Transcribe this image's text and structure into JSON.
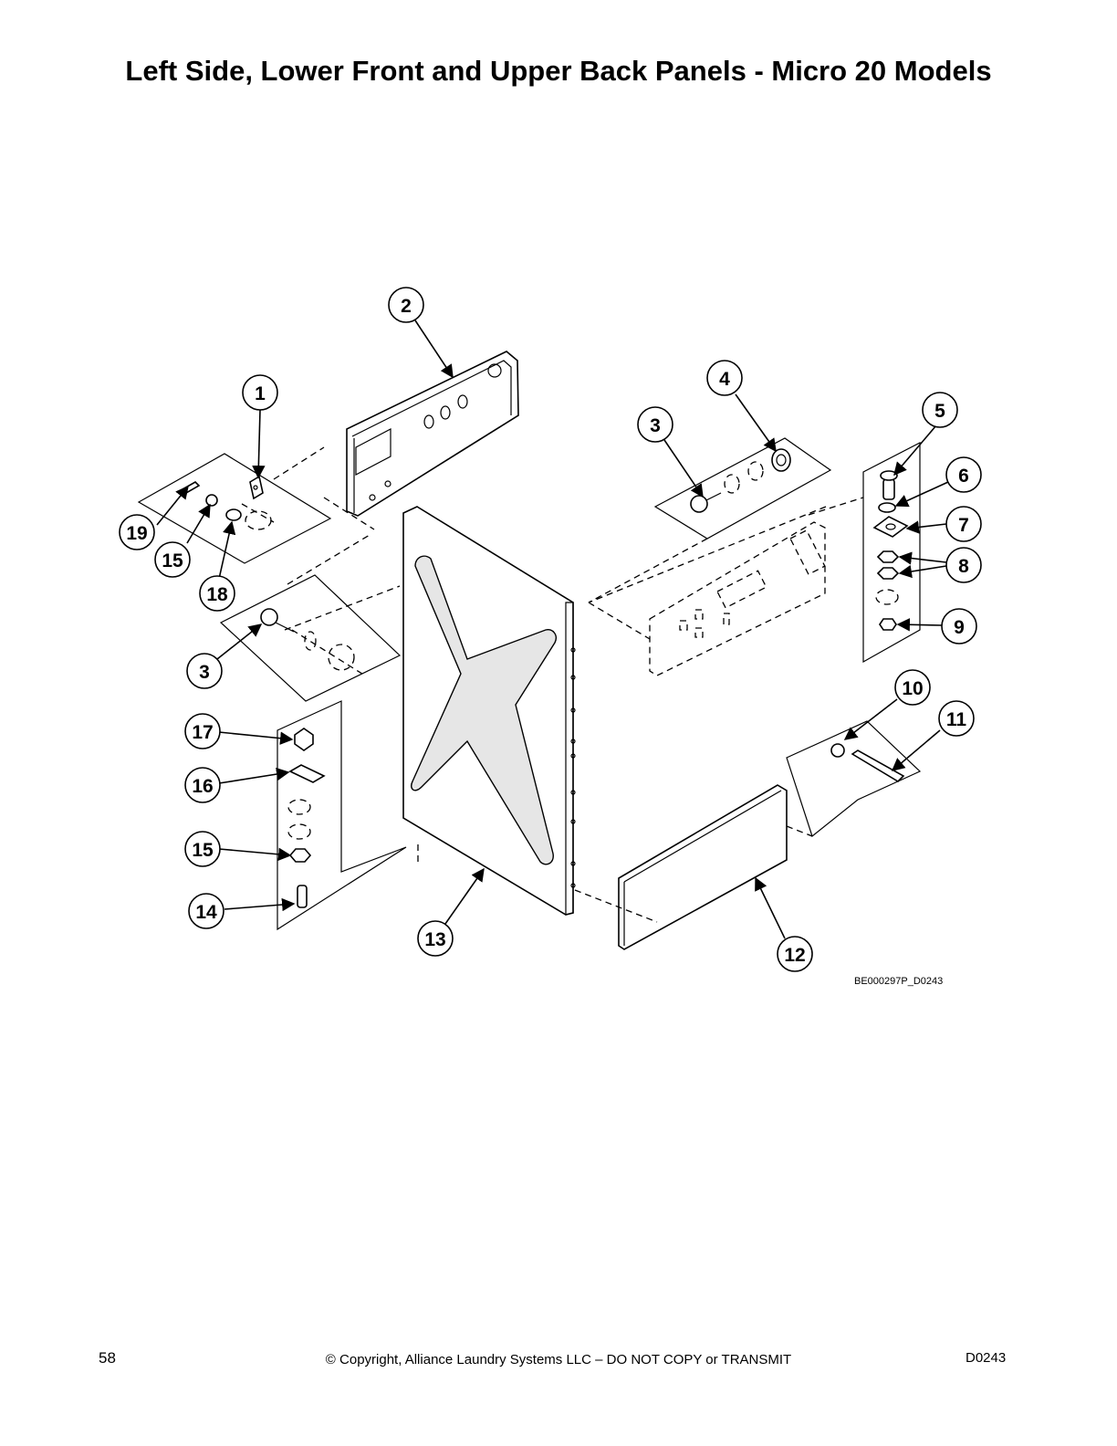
{
  "page": {
    "title": "Left Side, Lower Front and Upper Back Panels - Micro 20 Models",
    "drawing_id": "BE000297P_D0243",
    "footer": {
      "page_number": "58",
      "copyright": "© Copyright, Alliance Laundry Systems LLC – DO NOT COPY or TRANSMIT",
      "doc_code": "D0243"
    }
  },
  "callouts": [
    "1",
    "2",
    "3",
    "4",
    "5",
    "6",
    "7",
    "8",
    "9",
    "10",
    "11",
    "12",
    "13",
    "14",
    "15",
    "16",
    "17",
    "18",
    "19"
  ]
}
